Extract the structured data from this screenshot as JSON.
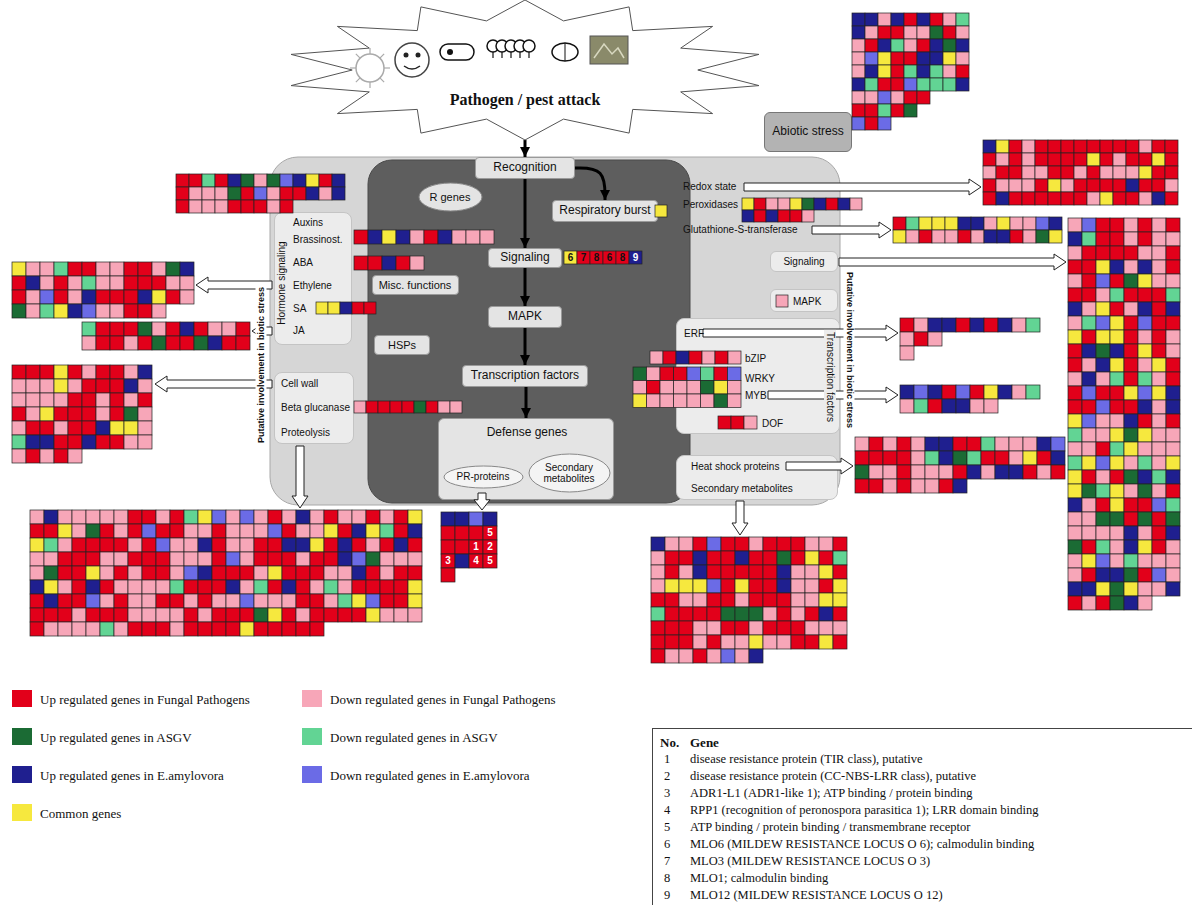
{
  "diagram": {
    "nodes": [
      {
        "text": [
          "Pathogen / pest attack"
        ]
      },
      {
        "text": [
          "Abiotic stress"
        ]
      },
      {
        "text": [
          "Recognition"
        ]
      },
      {
        "text": [
          "R genes"
        ]
      },
      {
        "text": [
          "Respiratory burst"
        ]
      },
      {
        "text": [
          "Signaling"
        ]
      },
      {
        "text": [
          "Misc. functions"
        ]
      },
      {
        "text": [
          "MAPK"
        ]
      },
      {
        "text": [
          "HSPs"
        ]
      },
      {
        "text": [
          "Transcription factors"
        ]
      },
      {
        "text": [
          "Defense genes"
        ]
      },
      {
        "text": [
          "PR-proteins"
        ],
        "in": 10
      },
      {
        "text": [
          "Secondary metabolites"
        ],
        "in": 10
      },
      {
        "text": [
          "Hormone signaling",
          "Auxins",
          "Brassinost.",
          "ABA",
          "Ethylene",
          "SA",
          "JA"
        ]
      },
      {
        "text": [
          "Cell wall",
          "Beta glucanase",
          "Proteolysis"
        ]
      },
      {
        "text": [
          "Signaling"
        ]
      },
      {
        "text": [
          "MAPK"
        ]
      },
      {
        "text": [
          "Transcription factors",
          "ERF",
          "bZIP",
          "WRKY",
          "MYB",
          "DOF"
        ]
      },
      {
        "text": [
          "Heat shock proteins",
          "Secondary metabolites"
        ]
      }
    ],
    "edges": [
      {
        "from": 0,
        "to": 2,
        "arrow": "to"
      },
      {
        "from": 2,
        "to": 4,
        "arrow": "to"
      },
      {
        "from": 2,
        "to": 5,
        "arrow": "to"
      },
      {
        "from": 5,
        "to": 7,
        "arrow": "to"
      },
      {
        "from": 7,
        "to": 9,
        "arrow": "to"
      },
      {
        "from": 9,
        "to": 10,
        "arrow": "to"
      }
    ],
    "labels": [
      "Putative involvement in biotic stress",
      "Putative involvement in biotic stress",
      "Redox state",
      "Peroxidases",
      "Glutathione-S-transferase",
      "6",
      "7",
      "8",
      "6",
      "8",
      "9",
      "5",
      "1",
      "2",
      "3",
      "4",
      "5",
      "No.",
      "Gene",
      "1",
      "disease resistance protein (TIR class), putative",
      "2",
      "disease resistance protein (CC-NBS-LRR class), putative",
      "3",
      "ADR1-L1 (ADR1-like 1); ATP binding / protein binding",
      "4",
      "RPP1 (recognition of peronospora parasitica 1); LRR domain binding",
      "5",
      "ATP binding / protein binding / transmembrane receptor",
      "6",
      "MLO6 (MILDEW RESISTANCE LOCUS O 6); calmodulin binding",
      "7",
      "MLO3 (MILDEW RESISTANCE LOCUS O 3)",
      "8",
      "MLO1; calmodulin binding",
      "9",
      "MLO12 (MILDEW RESISTANCE LOCUS O 12)"
    ],
    "legend": [
      {
        "text": "Up regulated genes in Fungal Pathogens",
        "color": "#e2001a"
      },
      {
        "text": "Down regulated genes in Fungal Pathogens",
        "color": "#f7a6b8"
      },
      {
        "text": "Up regulated genes in ASGV",
        "color": "#1b6b34"
      },
      {
        "text": "Down regulated genes in ASGV",
        "color": "#62d494"
      },
      {
        "text": "Up regulated genes in E.amylovora",
        "color": "#1f1f8f"
      },
      {
        "text": "Down regulated genes in E.amylovora",
        "color": "#6b6be6"
      },
      {
        "text": "Common genes",
        "color": "#f6e83e"
      }
    ]
  }
}
